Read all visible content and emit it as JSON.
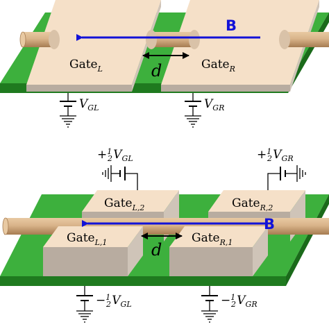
{
  "top_panel": {
    "field_label": "B",
    "gate_left": {
      "text": "Gate",
      "sub": "L"
    },
    "gate_right": {
      "text": "Gate",
      "sub": "R"
    },
    "separation_label": "d",
    "voltage_left": {
      "prefix": "V",
      "sub": "GL"
    },
    "voltage_right": {
      "prefix": "V",
      "sub": "GR"
    }
  },
  "bottom_panel": {
    "field_label": "B",
    "gate_l1": {
      "text": "Gate",
      "sub": "L,1"
    },
    "gate_l2": {
      "text": "Gate",
      "sub": "L,2"
    },
    "gate_r1": {
      "text": "Gate",
      "sub": "R,1"
    },
    "gate_r2": {
      "text": "Gate",
      "sub": "R,2"
    },
    "separation_label": "d",
    "voltage_top_left": {
      "sign": "+",
      "num": "1",
      "den": "2",
      "prefix": "V",
      "sub": "GL"
    },
    "voltage_top_right": {
      "sign": "+",
      "num": "1",
      "den": "2",
      "prefix": "V",
      "sub": "GR"
    },
    "voltage_bottom_left": {
      "sign": "−",
      "num": "1",
      "den": "2",
      "prefix": "V",
      "sub": "GL"
    },
    "voltage_bottom_right": {
      "sign": "−",
      "num": "1",
      "den": "2",
      "prefix": "V",
      "sub": "GR"
    }
  },
  "colors": {
    "substrate_top": "#3db03d",
    "substrate_side": "#1f7a1f",
    "gate_top": "#f5e0c8",
    "gate_side": "#b8aca0",
    "gate_face": "#cfc4b8",
    "nanowire": "#d9b48a",
    "nanowire_shade": "#a67c52",
    "field_arrow": "#1212d8"
  }
}
